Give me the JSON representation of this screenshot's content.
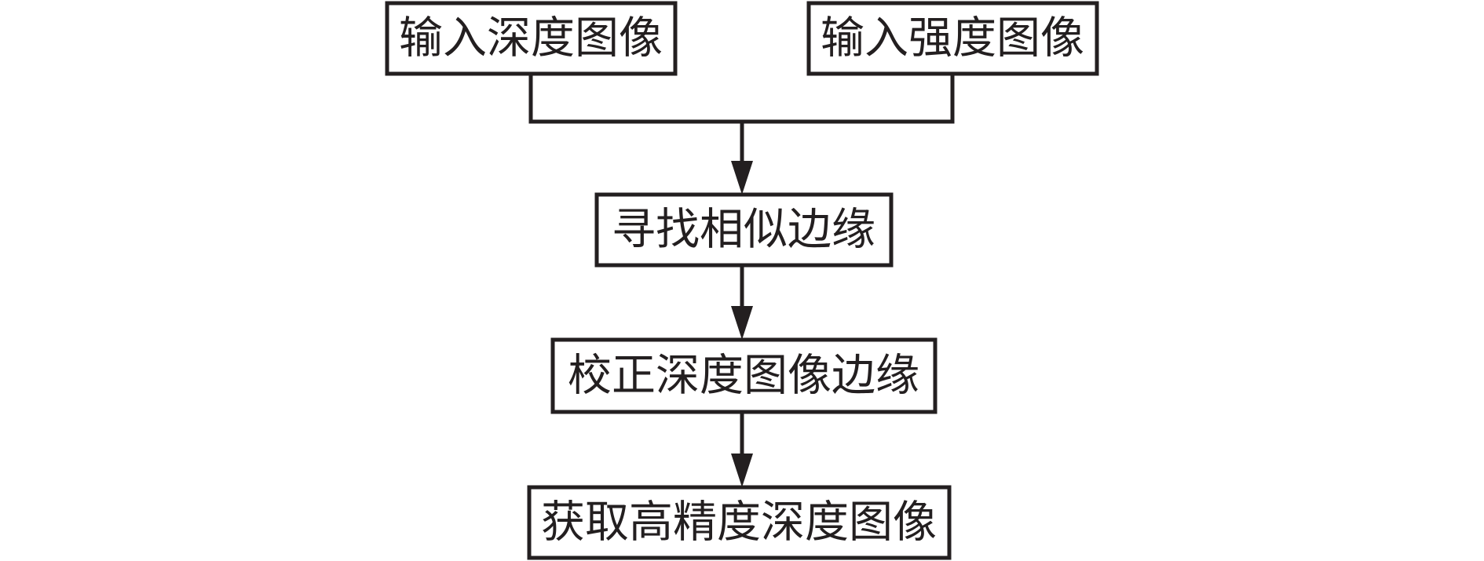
{
  "colors": {
    "stroke": "#231f20",
    "text": "#231f20",
    "box_fill": "#ffffff",
    "background": "#ffffff"
  },
  "nodes": {
    "input_depth": {
      "label": "输入深度图像"
    },
    "input_intensity": {
      "label": "输入强度图像"
    },
    "find_edges": {
      "label": "寻找相似边缘"
    },
    "correct_edges": {
      "label": "校正深度图像边缘"
    },
    "output": {
      "label": "获取高精度深度图像"
    }
  }
}
